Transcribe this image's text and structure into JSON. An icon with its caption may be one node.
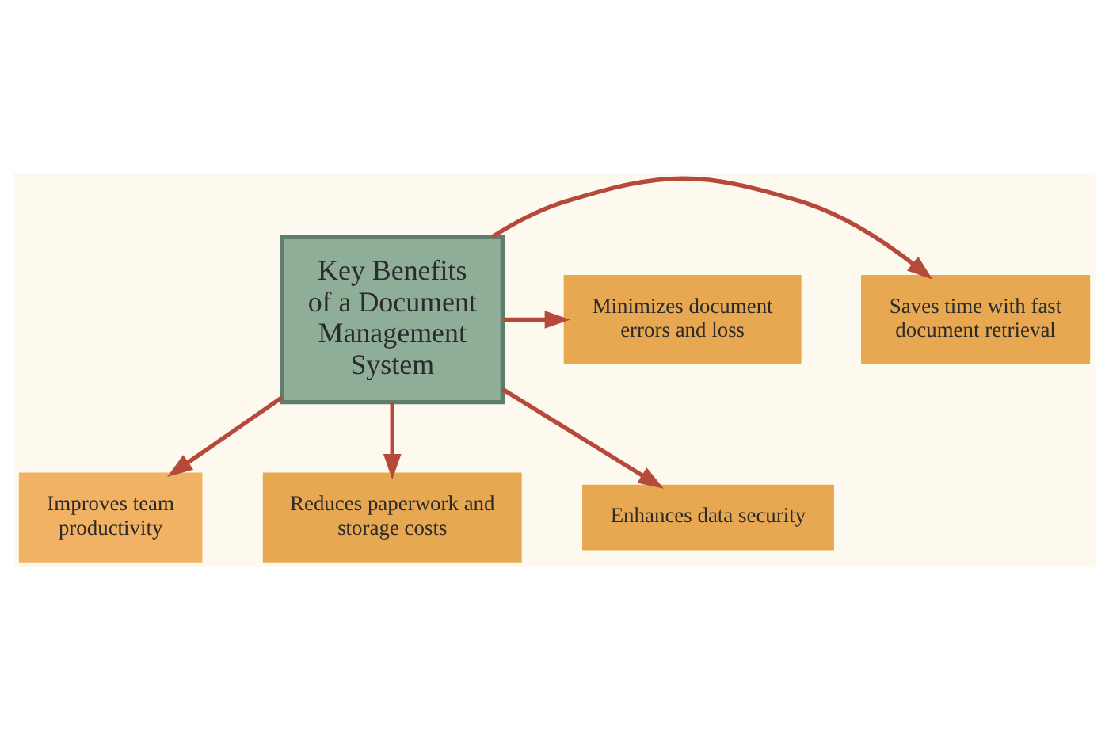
{
  "diagram": {
    "nodes": [
      {
        "text": [
          "Key Benefits of a Document Management System"
        ]
      },
      {
        "text": [
          "Saves time with fast document retrieval"
        ]
      },
      {
        "text": [
          "Minimizes document errors and loss"
        ]
      },
      {
        "text": [
          "Improves team productivity"
        ]
      },
      {
        "text": [
          "Reduces paperwork and storage costs"
        ]
      },
      {
        "text": [
          "Enhances data security"
        ]
      }
    ],
    "edges": [
      {
        "from": 0,
        "to": 1,
        "arrow": "to"
      },
      {
        "from": 0,
        "to": 2,
        "arrow": "to"
      },
      {
        "from": 0,
        "to": 3,
        "arrow": "to"
      },
      {
        "from": 0,
        "to": 4,
        "arrow": "to"
      },
      {
        "from": 0,
        "to": 5,
        "arrow": "to"
      }
    ]
  }
}
